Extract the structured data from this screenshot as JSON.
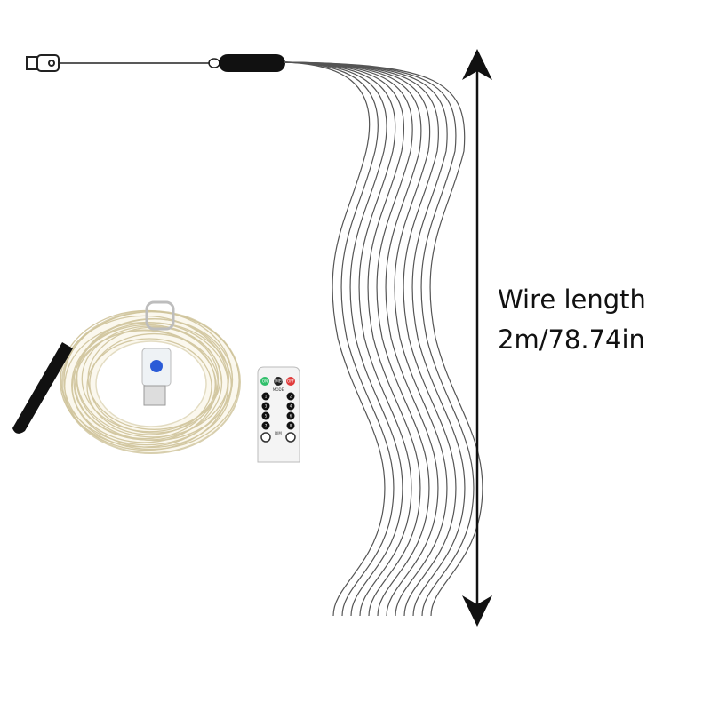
{
  "dimension": {
    "title": "Wire length",
    "value": "2m/78.74in"
  },
  "strands": {
    "count": 12
  },
  "remote": {
    "buttons_top": [
      "ON",
      "TIMER",
      "OFF"
    ],
    "mode_label": "MODE",
    "number_buttons": [
      "1",
      "2",
      "3",
      "4",
      "5",
      "6",
      "7",
      "8"
    ],
    "dim_label": "DIM"
  },
  "colors": {
    "wire": "#555555",
    "arrow": "#111111",
    "on": "#2fbf6a",
    "off": "#e03a3a",
    "usb_led": "#2a5bd7"
  }
}
